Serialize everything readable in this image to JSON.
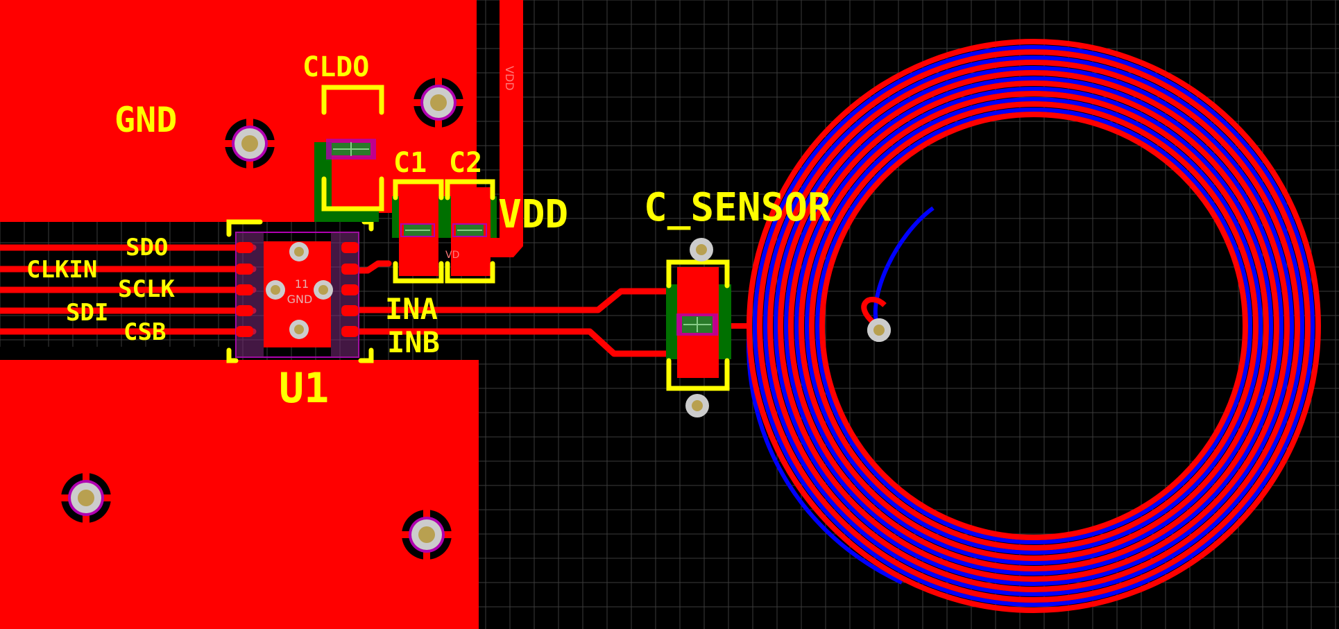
{
  "colors": {
    "background": "#000000",
    "grid": "#3c3c3c",
    "top_copper": "#ff0000",
    "bottom_copper": "#0000ff",
    "silkscreen": "#ffff00",
    "pad_mask": "#b000b0",
    "via_ring": "#cccccc",
    "drill": "#b8a050",
    "component_body": "#007000"
  },
  "labels": {
    "gnd": "GND",
    "cldo": "CLDO",
    "c1": "C1",
    "c2": "C2",
    "vdd": "VDD",
    "c_sensor": "C_SENSOR",
    "u1": "U1",
    "sdo": "SDO",
    "clkin": "CLKIN",
    "sclk": "SCLK",
    "sdi": "SDI",
    "csb": "CSB",
    "ina": "INA",
    "inb": "INB",
    "vdd_net": "VDD",
    "c2_net": "VD",
    "u1_pad_number": "11",
    "u1_pad_net": "GND"
  },
  "icons": {
    "via": "via-icon",
    "mounting_hole": "plated-hole-icon",
    "coil": "spiral-inductor-icon"
  }
}
